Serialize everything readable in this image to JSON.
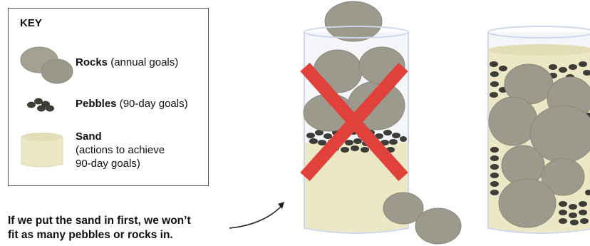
{
  "key": {
    "title": "KEY",
    "rocks": {
      "name": "Rocks",
      "desc": "(annual goals)",
      "icon": "rocks-icon"
    },
    "pebbles": {
      "name": "Pebbles",
      "desc": "(90-day goals)",
      "icon": "pebbles-icon"
    },
    "sand": {
      "name": "Sand",
      "desc_line1": "(actions to achieve",
      "desc_line2": "90-day goals)",
      "icon": "sand-icon"
    }
  },
  "caption": {
    "line1": "If we put the sand in first, we won’t",
    "line2": "fit as many pebbles or rocks in."
  },
  "colors": {
    "rock": "#9b9a8c",
    "rock_stroke": "#8a887a",
    "pebble": "#3d3d38",
    "sand": "#ece8c6",
    "sand_top": "#e2ddb4",
    "jar_stroke": "#cfd8ea",
    "jar_fill": "#f4f6fa",
    "cross": "#e0413b"
  }
}
